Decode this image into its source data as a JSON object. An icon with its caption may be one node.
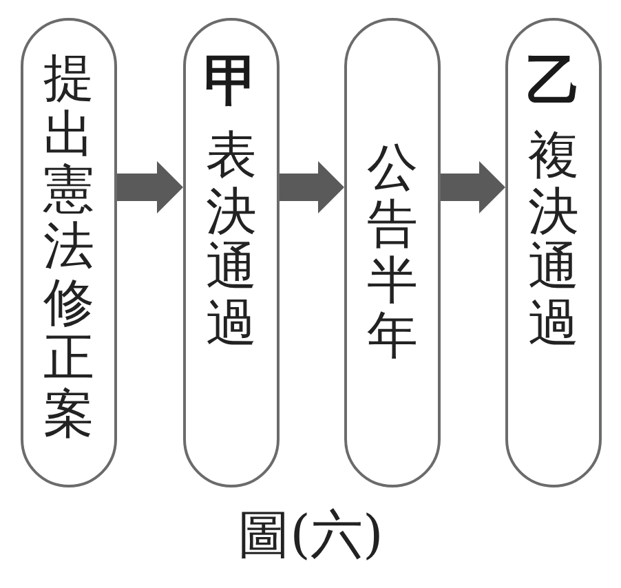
{
  "diagram": {
    "caption": "圖(六)",
    "nodes": [
      {
        "text": [
          "提出憲法修正案"
        ]
      },
      {
        "text": [
          "甲",
          "表決通過"
        ]
      },
      {
        "text": [
          "公告半年"
        ]
      },
      {
        "text": [
          "乙",
          "複決通過"
        ]
      }
    ],
    "edges": [
      {
        "from": 0,
        "to": 1,
        "arrow": "to"
      },
      {
        "from": 1,
        "to": 2,
        "arrow": "to"
      },
      {
        "from": 2,
        "to": 3,
        "arrow": "to"
      }
    ]
  }
}
